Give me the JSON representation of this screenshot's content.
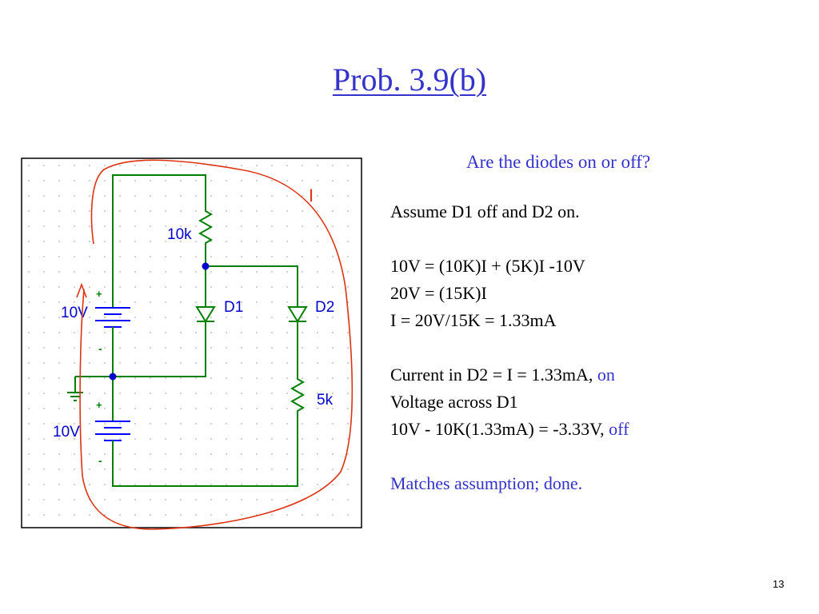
{
  "slide": {
    "title": "Prob. 3.9(b)",
    "page_number": "13"
  },
  "circuit": {
    "resistor_top_label": "10k",
    "resistor_bottom_label": "5k",
    "diode1_label": "D1",
    "diode2_label": "D2",
    "source_top_label": "10V",
    "source_bottom_label": "10V",
    "plus_sign": "+",
    "minus_sign": "-",
    "current_label": "I",
    "colors": {
      "wire": "#008000",
      "node": "#0000cc",
      "source": "#0000ff",
      "label": "#0000cc",
      "loop": "#dd3311",
      "grid_dot": "#b0b0b0"
    }
  },
  "text": {
    "question": "Are the diodes on or off?",
    "assumption": "Assume D1 off and D2 on.",
    "kvl_eq": "10V = (10K)I + (5K)I -10V",
    "simplify_eq": "20V = (15K)I",
    "current_eq": "I = 20V/15K = 1.33mA",
    "d2_current_prefix": "Current in D2 = I = 1.33mA, ",
    "d2_state": "on",
    "d1_voltage_heading": "Voltage across D1",
    "d1_voltage_prefix": "10V - 10K(1.33mA) = -3.33V, ",
    "d1_state": "off",
    "conclusion": "Matches assumption; done."
  }
}
